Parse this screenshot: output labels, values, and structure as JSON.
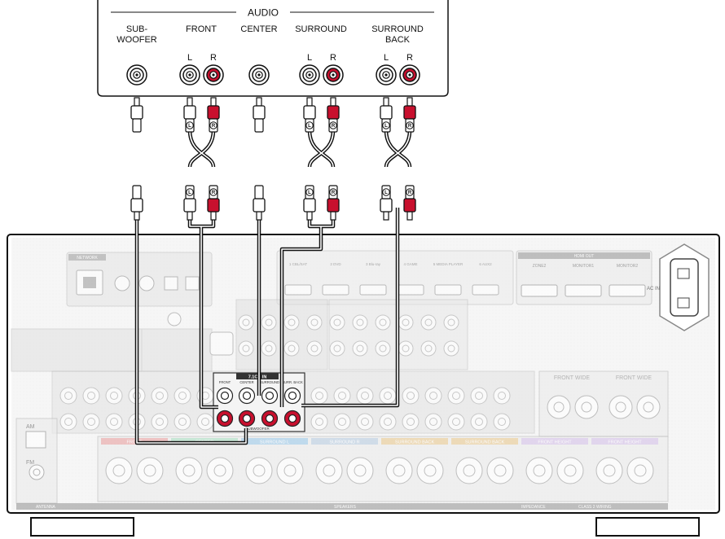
{
  "amp": {
    "section_title": "AUDIO",
    "channels": [
      {
        "id": "sw",
        "label_lines": [
          "SUB-",
          "WOOFER"
        ],
        "jacks": [
          {
            "side": "",
            "color": "white"
          }
        ]
      },
      {
        "id": "front",
        "label_lines": [
          "FRONT"
        ],
        "jacks": [
          {
            "side": "L",
            "color": "white"
          },
          {
            "side": "R",
            "color": "red"
          }
        ]
      },
      {
        "id": "center",
        "label_lines": [
          "CENTER"
        ],
        "jacks": [
          {
            "side": "",
            "color": "white"
          }
        ]
      },
      {
        "id": "surround",
        "label_lines": [
          "SURROUND"
        ],
        "jacks": [
          {
            "side": "L",
            "color": "white"
          },
          {
            "side": "R",
            "color": "red"
          }
        ]
      },
      {
        "id": "sback",
        "label_lines": [
          "SURROUND",
          "BACK"
        ],
        "jacks": [
          {
            "side": "L",
            "color": "white"
          },
          {
            "side": "R",
            "color": "red"
          }
        ]
      }
    ]
  },
  "receiver": {
    "preout_title": "7.1CH IN",
    "preout_labels": [
      "FRONT",
      "CENTER",
      "SURROUND",
      "SURR. BACK"
    ],
    "subwoofer_label": "SUBWOOFER",
    "plug_letters": {
      "left": "L",
      "right": "R"
    },
    "speaker_sections": [
      "FRONT",
      "CENTER",
      "SURROUND L",
      "SURROUND R",
      "SURROUND BACK",
      "SURROUND BACK",
      "FRONT HEIGHT",
      "FRONT HEIGHT"
    ],
    "speaker_section_colors": [
      "#e8a0a0",
      "#a8dcc0",
      "#9cc8e8",
      "#b8cce0",
      "#e8c890",
      "#e8c890",
      "#d4c0e8",
      "#d4c0e8"
    ],
    "front_wide_labels": [
      "FRONT WIDE",
      "FRONT WIDE"
    ],
    "hdmi_out_title": "HDMI OUT",
    "hdmi_out_labels": [
      "ZONE2",
      "MONITOR1",
      "MONITOR2"
    ],
    "hdmi_in_labels": [
      "1 CBL/SAT",
      "2 DVD",
      "3 Blu-ray",
      "4 GAME",
      "5 MEDIA PLAYER",
      "6 AUX2"
    ],
    "network_label": "NETWORK",
    "ac_label": "AC IN",
    "antenna_labels": [
      "AM",
      "FM"
    ],
    "bottom_labels": [
      "ANTENNA",
      "SPEAKERS",
      "IMPEDANCE",
      "CLASS 2 WIRING"
    ]
  }
}
